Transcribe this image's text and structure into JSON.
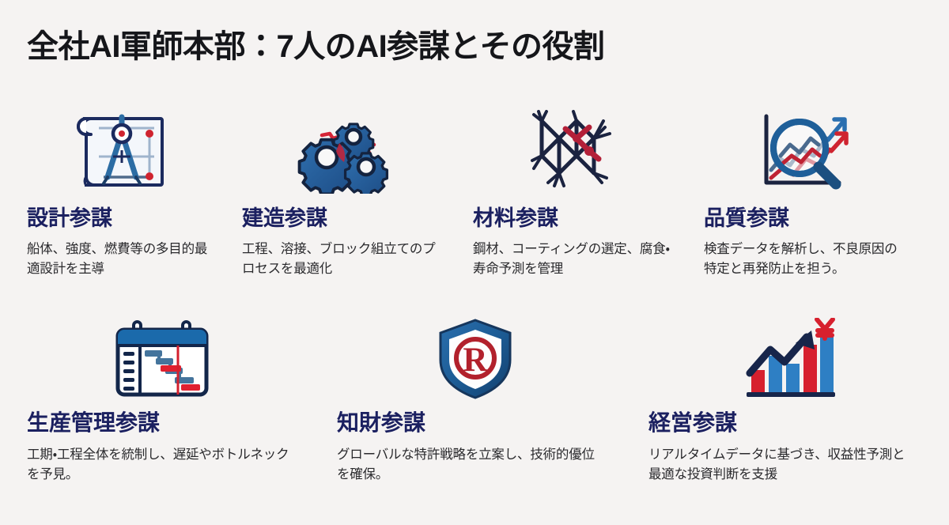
{
  "page": {
    "title": "全社AI軍師本部：7人のAI参謀とその役割",
    "background_color": "#f5f3f2",
    "title_color": "#15161a",
    "heading_color": "#1b2060",
    "body_color": "#2a2a2d",
    "accent_blue": "#1f6fb2",
    "accent_navy": "#1b2a5e",
    "accent_red": "#c8202e"
  },
  "rows": [
    {
      "cards": [
        {
          "icon": "blueprint-compass-icon",
          "title": "設計参謀",
          "desc": "船体、強度、燃費等の多目的最適設計を主導"
        },
        {
          "icon": "gears-icon",
          "title": "建造参謀",
          "desc": "工程、溶接、ブロック組立てのプロセスを最適化"
        },
        {
          "icon": "crystal-lattice-icon",
          "title": "材料参謀",
          "desc": "鋼材、コーティングの選定、腐食・寿命予測を管理"
        },
        {
          "icon": "magnifier-chart-icon",
          "title": "品質参謀",
          "desc": "検査データを解析し、不良原因の特定と再発防止を担う。"
        }
      ]
    },
    {
      "cards": [
        {
          "icon": "gantt-calendar-icon",
          "title": "生産管理参謀",
          "desc": "工期・工程全体を統制し、遅延やボトルネックを予見。"
        },
        {
          "icon": "shield-registered-icon",
          "title": "知財参謀",
          "desc": "グローバルな特許戦略を立案し、技術的優位を確保。"
        },
        {
          "icon": "bar-chart-yen-icon",
          "title": "経営参謀",
          "desc": "リアルタイムデータに基づき、収益性予測と最適な投資判断を支援"
        }
      ]
    }
  ]
}
